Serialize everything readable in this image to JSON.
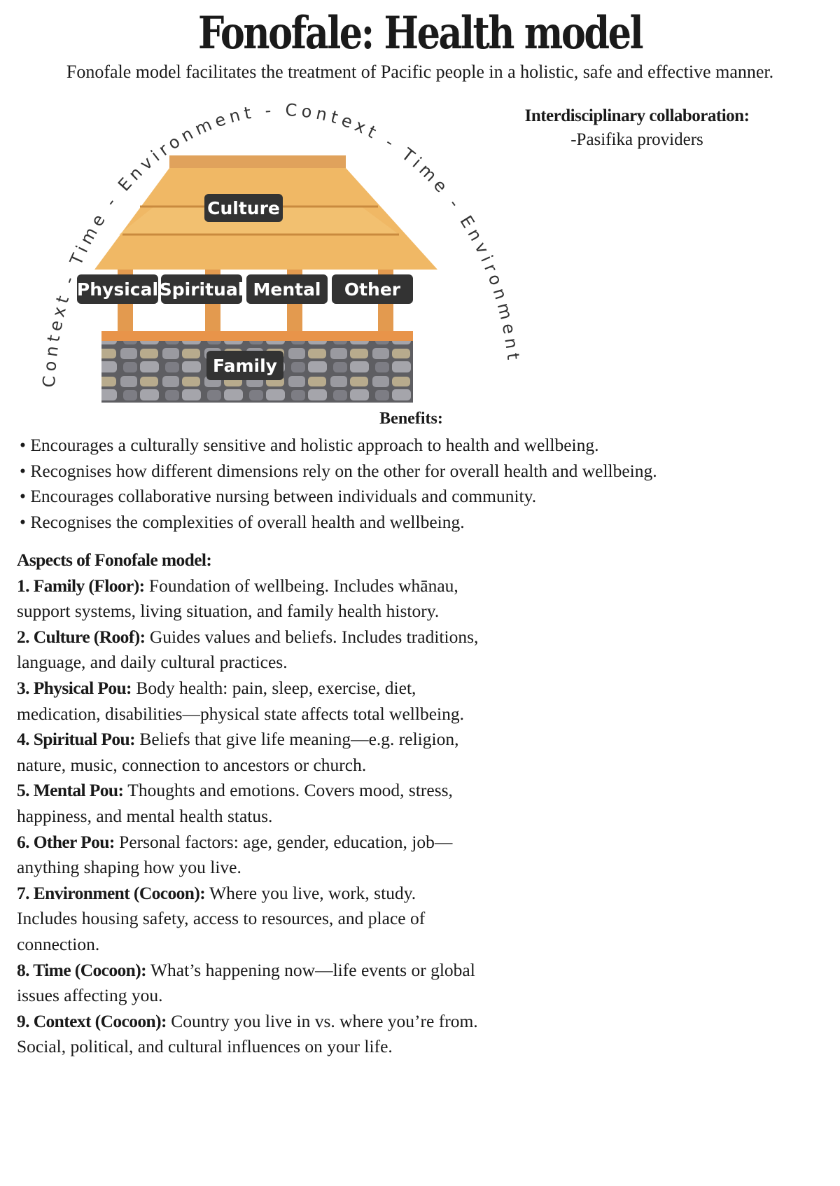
{
  "title": "Fonofale: Health model",
  "subtitle": "Fonofale model facilitates the treatment of Pacific people in a holistic, safe and effective manner.",
  "diagram": {
    "roof_label": "Culture",
    "pou_labels": [
      "Physical",
      "Spiritual",
      "Mental",
      "Other"
    ],
    "floor_label": "Family",
    "cocoon_labels": [
      "Context",
      "Time",
      "Environment",
      "Context",
      "Time",
      "Environment"
    ],
    "separator": "-",
    "colors": {
      "thatch": "#f0b865",
      "post": "#e39a4f",
      "stone": "#6f6f6f",
      "label_bg": "#333333"
    }
  },
  "collaboration": {
    "heading": "Interdisciplinary collaboration:",
    "item": "-Pasifika providers"
  },
  "benefits": {
    "heading": "Benefits:",
    "items": [
      "Encourages a culturally sensitive and holistic approach to health and wellbeing.",
      "Recognises how different dimensions rely on the other for overall health and wellbeing.",
      "Encourages collaborative nursing between individuals and community.",
      "Recognises the complexities of overall health and wellbeing."
    ]
  },
  "aspects": {
    "heading": "Aspects of Fonofale model:",
    "items": [
      {
        "label": "1. Family (Floor):",
        "text": "Foundation of wellbeing. Includes whānau, support systems, living situation, and family health history."
      },
      {
        "label": "2. Culture (Roof):",
        "text": "Guides values and beliefs. Includes traditions, language, and daily cultural practices."
      },
      {
        "label": "3. Physical Pou:",
        "text": "Body health: pain, sleep, exercise, diet, medication, disabilities—physical state affects total wellbeing."
      },
      {
        "label": "4. Spiritual Pou:",
        "text": "Beliefs that give life meaning—e.g. religion, nature, music, connection to ancestors or church."
      },
      {
        "label": "5. Mental Pou:",
        "text": "Thoughts and emotions. Covers mood, stress, happiness, and mental health status."
      },
      {
        "label": "6. Other Pou:",
        "text": "Personal factors: age, gender, education, job—anything shaping how you live."
      },
      {
        "label": "7. Environment (Cocoon):",
        "text": "Where you live, work, study. Includes housing safety, access to resources, and place of connection."
      },
      {
        "label": "8. Time (Cocoon):",
        "text": "What’s happening now—life events or global issues affecting you."
      },
      {
        "label": "9. Context (Cocoon):",
        "text": "Country you live in vs. where you’re from. Social, political, and cultural influences on your life."
      }
    ]
  }
}
